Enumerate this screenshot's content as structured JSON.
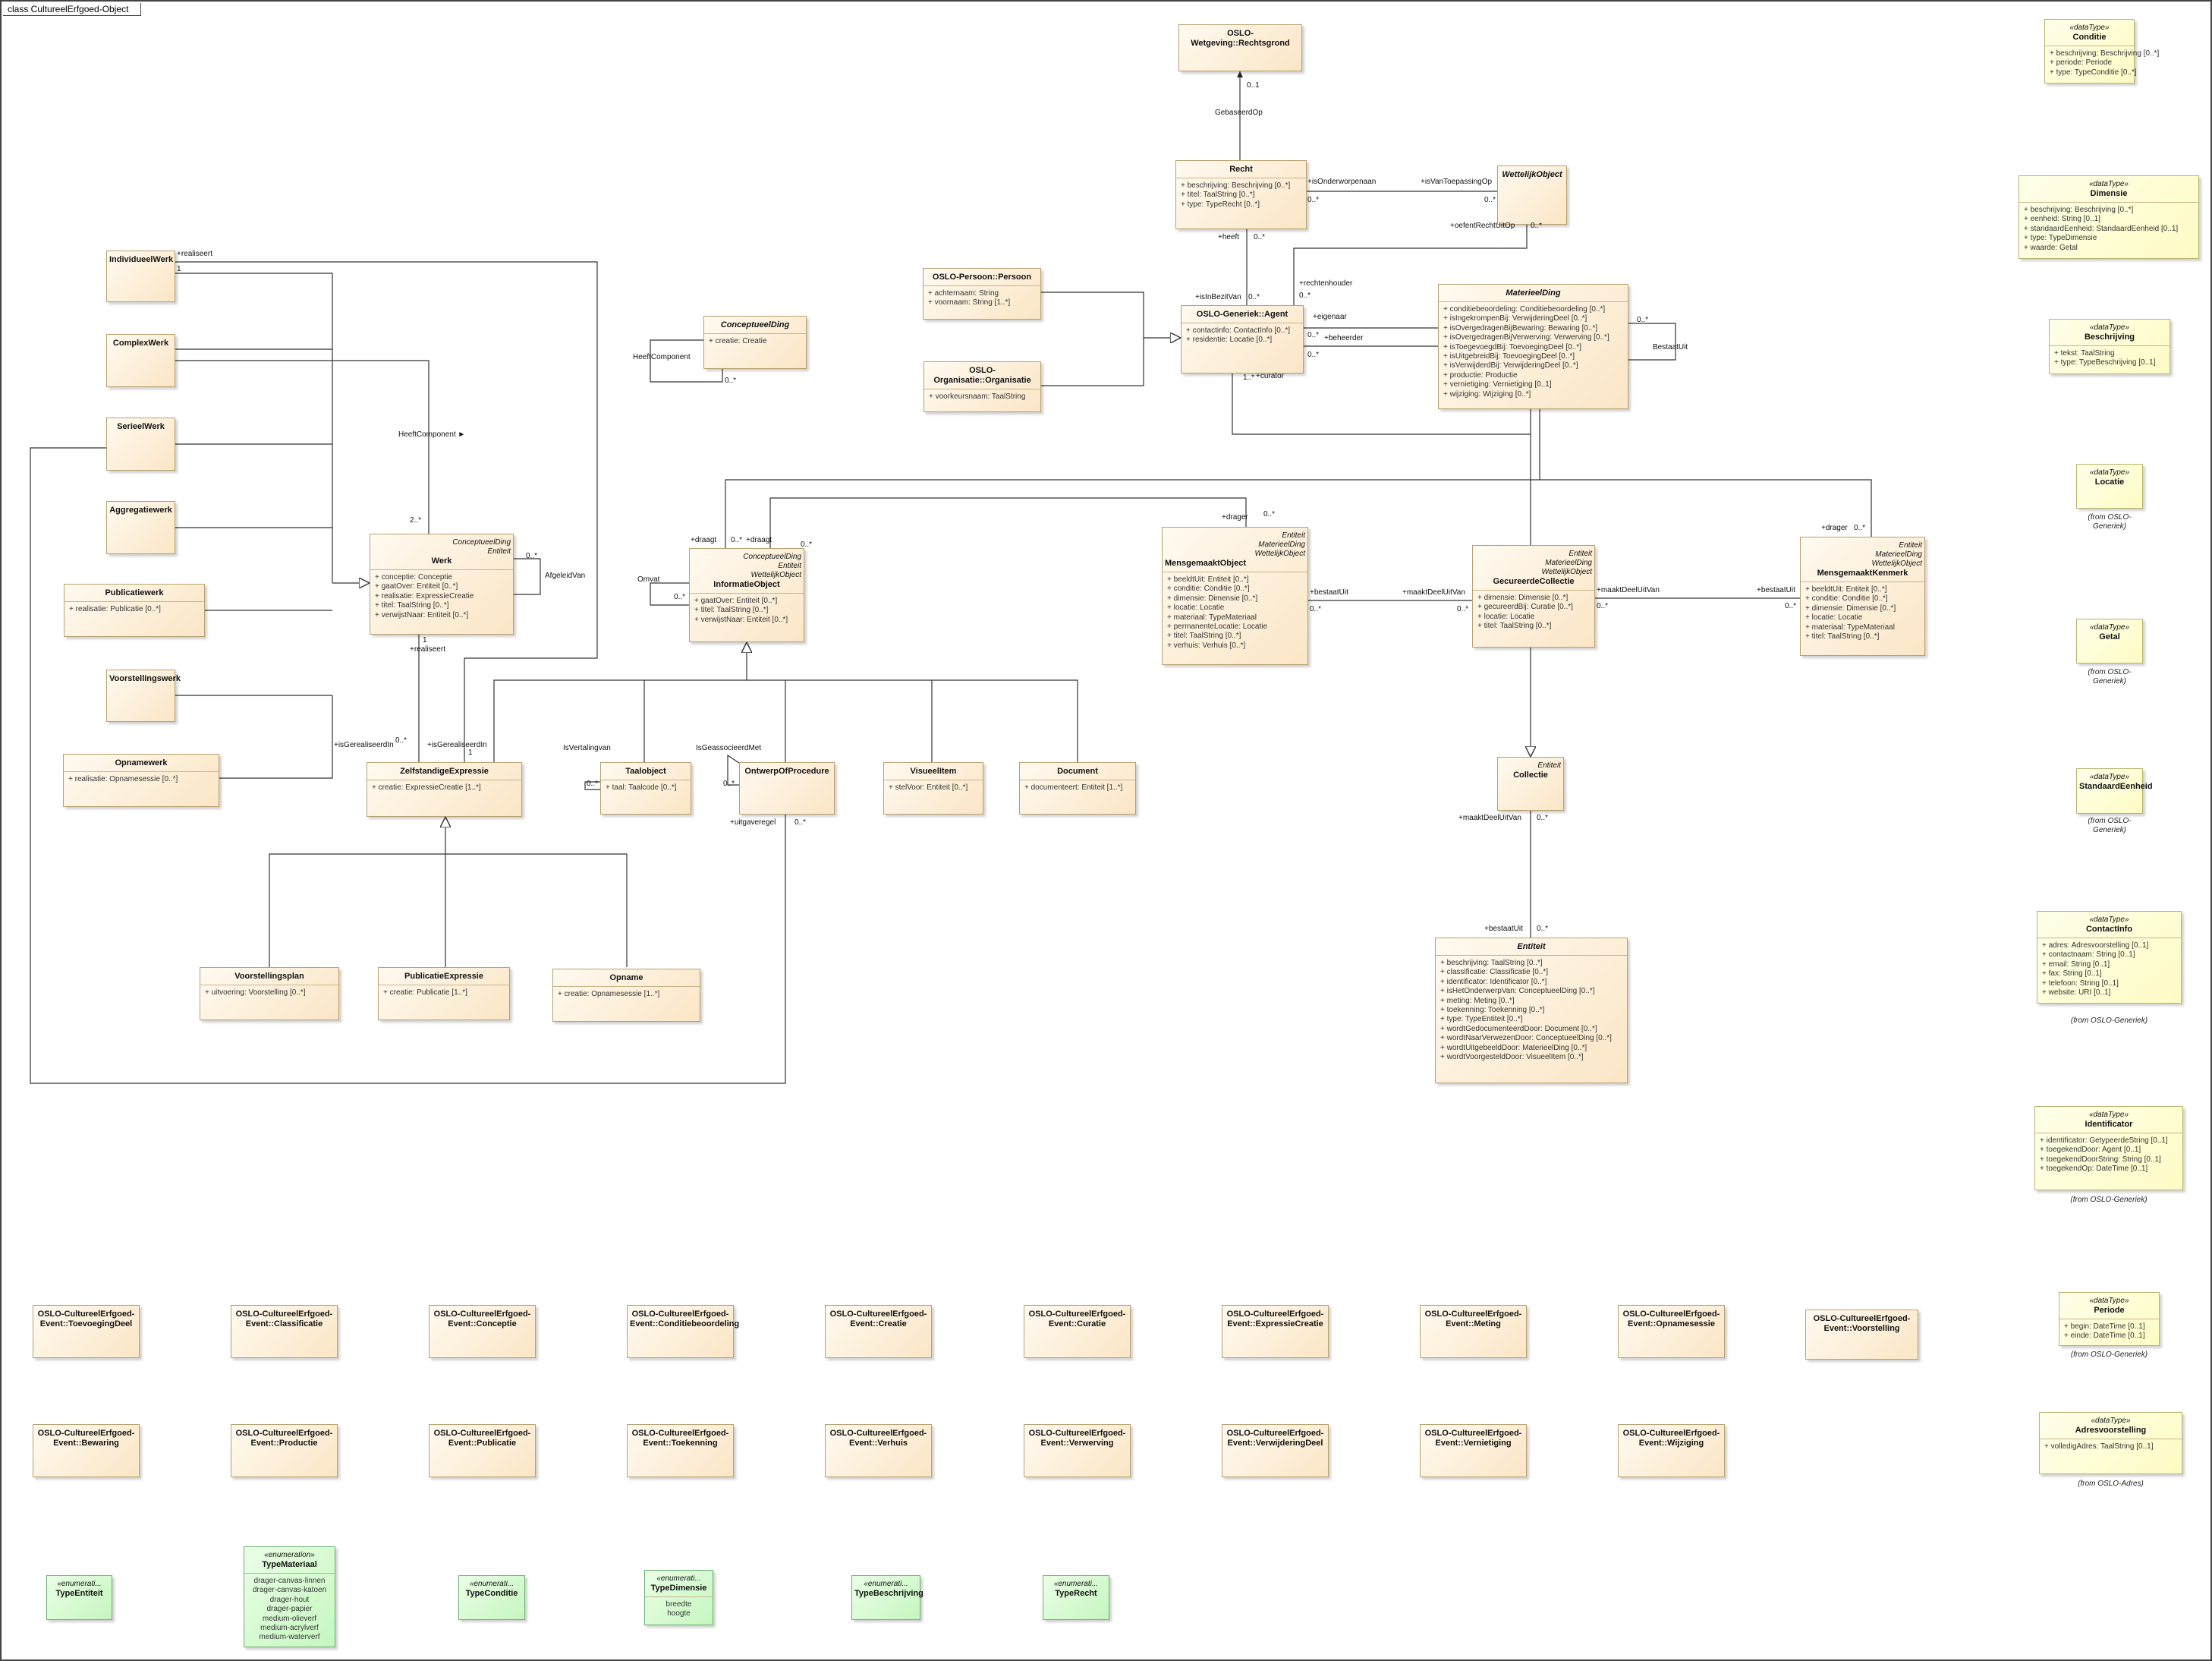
{
  "frame_title": "class CultureelErfgoed-Object",
  "classes": [
    {
      "id": "rechtsgrond",
      "name": "OSLO-Wetgeving::Rechtsgrond",
      "attrs": []
    },
    {
      "id": "recht",
      "name": "Recht",
      "attrs": [
        "+ beschrijving: Beschrijving [0..*]",
        "+ titel: TaalString [0..*]",
        "+ type: TypeRecht [0..*]"
      ]
    },
    {
      "id": "wettelijk",
      "name": "WettelijkObject",
      "italic": true,
      "attrs": []
    },
    {
      "id": "persoon",
      "name": "OSLO-Persoon::Persoon",
      "attrs": [
        "+ achternaam: String",
        "+ voornaam: String [1..*]"
      ]
    },
    {
      "id": "organisatie",
      "name": "OSLO-Organisatie::Organisatie",
      "attrs": [
        "+ voorkeursnaam: TaalString"
      ]
    },
    {
      "id": "agent",
      "name": "OSLO-Generiek::Agent",
      "attrs": [
        "+ contactinfo: ContactInfo [0..*]",
        "+ residentie: Locatie [0..*]"
      ]
    },
    {
      "id": "materieel",
      "name": "MaterieelDing",
      "italic": true,
      "attrs": [
        "+ conditiebeoordeling: Conditiebeoordeling [0..*]",
        "+ isIngekrompenBij: VerwijderingDeel [0..*]",
        "+ isOvergedragenBijBewaring: Bewaring [0..*]",
        "+ isOvergedragenBijVerwerving: Verwerving [0..*]",
        "+ isToegevoegdBij: ToevoegingDeel [0..*]",
        "+ isUitgebreidBij: ToevoegingDeel [0..*]",
        "+ isVerwijderdBij: VerwijderingDeel [0..*]",
        "+ productie: Productie",
        "+ vernietiging: Vernietiging [0..1]",
        "+ wijziging: Wijziging [0..*]"
      ]
    },
    {
      "id": "conceptueel",
      "name": "ConceptueelDing",
      "italic": true,
      "attrs": [
        "+ creatie: Creatie"
      ]
    },
    {
      "id": "individueel",
      "name": "IndividueelWerk",
      "attrs": []
    },
    {
      "id": "complex",
      "name": "ComplexWerk",
      "attrs": []
    },
    {
      "id": "serieel",
      "name": "SerieelWerk",
      "attrs": []
    },
    {
      "id": "aggregatie",
      "name": "Aggregatiewerk",
      "attrs": []
    },
    {
      "id": "publicatiewerk",
      "name": "Publicatiewerk",
      "attrs": [
        "+ realisatie: Publicatie [0..*]"
      ]
    },
    {
      "id": "voorstellingswerk",
      "name": "Voorstellingswerk",
      "attrs": []
    },
    {
      "id": "opnamewerk",
      "name": "Opnamewerk",
      "attrs": [
        "+ realisatie: Opnamesessie [0..*]"
      ]
    },
    {
      "id": "werk",
      "stereotypes": [
        "ConceptueelDing",
        "Entiteit"
      ],
      "name": "Werk",
      "attrs": [
        "+ conceptie: Conceptie",
        "+ gaatOver: Entiteit [0..*]",
        "+ realisatie: ExpressieCreatie",
        "+ titel: TaalString [0..*]",
        "+ verwijstNaar: Entiteit [0..*]"
      ]
    },
    {
      "id": "informatieobject",
      "stereotypes": [
        "ConceptueelDing",
        "Entiteit",
        "WettelijkObject"
      ],
      "name": "InformatieObject",
      "attrs": [
        "+ gaatOver: Entiteit [0..*]",
        "+ titel: TaalString [0..*]",
        "+ verwijstNaar: Entiteit [0..*]"
      ]
    },
    {
      "id": "mensgemaaktobject",
      "stereotypes": [
        "Entiteit",
        "MaterieelDing",
        "WettelijkObject"
      ],
      "name": "MensgemaaktObject",
      "attrs": [
        "+ beeldtUit: Entiteit [0..*]",
        "+ conditie: Conditie [0..*]",
        "+ dimensie: Dimensie [0..*]",
        "+ locatie: Locatie",
        "+ materiaal: TypeMateriaal",
        "+ permanenteLocatie: Locatie",
        "+ titel: TaalString [0..*]",
        "+ verhuis: Verhuis [0..*]"
      ]
    },
    {
      "id": "gecureerde",
      "stereotypes": [
        "Entiteit",
        "MaterieelDing",
        "WettelijkObject"
      ],
      "name": "GecureerdeCollectie",
      "attrs": [
        "+ dimensie: Dimensie [0..*]",
        "+ gecureerdBij: Curatie [0..*]",
        "+ locatie: Locatie",
        "+ titel: TaalString [0..*]"
      ]
    },
    {
      "id": "kenmerk",
      "stereotypes": [
        "Entiteit",
        "MaterieelDing",
        "WettelijkObject"
      ],
      "name": "MensgemaaktKenmerk",
      "attrs": [
        "+ beeldtUit: Entiteit [0..*]",
        "+ conditie: Conditie [0..*]",
        "+ dimensie: Dimensie [0..*]",
        "+ locatie: Locatie",
        "+ materiaal: TypeMateriaal",
        "+ titel: TaalString [0..*]"
      ]
    },
    {
      "id": "collectie",
      "stereotypes": [
        "Entiteit"
      ],
      "name": "Collectie",
      "attrs": []
    },
    {
      "id": "entiteit",
      "name": "Entiteit",
      "italic": true,
      "attrs": [
        "+ beschrijving: TaalString [0..*]",
        "+ classificatie: Classificatie [0..*]",
        "+ identificator: Identificator [0..*]",
        "+ isHetOnderwerpVan: ConceptueelDing [0..*]",
        "+ meting: Meting [0..*]",
        "+ toekenning: Toekenning [0..*]",
        "+ type: TypeEntiteit [0..*]",
        "+ wordtGedocumenteerdDoor: Document [0..*]",
        "+ wordtNaarVerwezenDoor: ConceptueelDing [0..*]",
        "+ wordtUitgebeeldDoor: MaterieelDing [0..*]",
        "+ wordtVoorgesteldDoor: VisueelItem [0..*]"
      ]
    },
    {
      "id": "zelfstandige",
      "name": "ZelfstandigeExpressie",
      "attrs": [
        "+ creatie: ExpressieCreatie [1..*]"
      ]
    },
    {
      "id": "taalobject",
      "name": "Taalobject",
      "attrs": [
        "+ taal: Taalcode [0..*]"
      ]
    },
    {
      "id": "ontwerp",
      "name": "OntwerpOfProcedure",
      "attrs": []
    },
    {
      "id": "visueel",
      "name": "VisueelItem",
      "attrs": [
        "+ stelVoor: Entiteit [0..*]"
      ]
    },
    {
      "id": "document",
      "name": "Document",
      "attrs": [
        "+ documenteert: Entiteit [1..*]"
      ]
    },
    {
      "id": "voorstellingsplan",
      "name": "Voorstellingsplan",
      "attrs": [
        "+ uitvoering: Voorstelling [0..*]"
      ]
    },
    {
      "id": "publicatieexpressie",
      "name": "PublicatieExpressie",
      "attrs": [
        "+ creatie: Publicatie [1..*]"
      ]
    },
    {
      "id": "opname",
      "name": "Opname",
      "attrs": [
        "+ creatie: Opnamesessie [1..*]"
      ]
    }
  ],
  "events": [
    "OSLO-CultureelErfgoed-Event::ToevoegingDeel",
    "OSLO-CultureelErfgoed-Event::Classificatie",
    "OSLO-CultureelErfgoed-Event::Conceptie",
    "OSLO-CultureelErfgoed-Event::Conditiebeoordeling",
    "OSLO-CultureelErfgoed-Event::Creatie",
    "OSLO-CultureelErfgoed-Event::Curatie",
    "OSLO-CultureelErfgoed-Event::ExpressieCreatie",
    "OSLO-CultureelErfgoed-Event::Meting",
    "OSLO-CultureelErfgoed-Event::Opnamesessie",
    "OSLO-CultureelErfgoed-Event::Voorstelling",
    "OSLO-CultureelErfgoed-Event::Bewaring",
    "OSLO-CultureelErfgoed-Event::Productie",
    "OSLO-CultureelErfgoed-Event::Publicatie",
    "OSLO-CultureelErfgoed-Event::Toekenning",
    "OSLO-CultureelErfgoed-Event::Verhuis",
    "OSLO-CultureelErfgoed-Event::Verwerving",
    "OSLO-CultureelErfgoed-Event::VerwijderingDeel",
    "OSLO-CultureelErfgoed-Event::Vernietiging",
    "OSLO-CultureelErfgoed-Event::Wijziging"
  ],
  "datatypes": [
    {
      "stereotype": "«dataType»",
      "name": "Conditie",
      "attrs": [
        "+ beschrijving: Beschrijving [0..*]",
        "+ periode: Periode",
        "+ type: TypeConditie [0..*]"
      ],
      "from": ""
    },
    {
      "stereotype": "«dataType»",
      "name": "Dimensie",
      "attrs": [
        "+ beschrijving: Beschrijving [0..*]",
        "+ eenheid: String [0..1]",
        "+ standaardEenheid: StandaardEenheid [0..1]",
        "+ type: TypeDimensie",
        "+ waarde: Getal"
      ],
      "from": ""
    },
    {
      "stereotype": "«dataType»",
      "name": "Beschrijving",
      "attrs": [
        "+ tekst: TaalString",
        "+ type: TypeBeschrijving [0..1]"
      ],
      "from": ""
    },
    {
      "stereotype": "«dataType»",
      "name": "Locatie",
      "attrs": [],
      "from": "(from OSLO-Generiek)"
    },
    {
      "stereotype": "«dataType»",
      "name": "Getal",
      "attrs": [],
      "from": "(from OSLO-Generiek)"
    },
    {
      "stereotype": "«dataType»",
      "name": "StandaardEenheid",
      "attrs": [],
      "from": "(from OSLO-Generiek)"
    },
    {
      "stereotype": "«dataType»",
      "name": "ContactInfo",
      "attrs": [
        "+ adres: Adresvoorstelling [0..1]",
        "+ contactnaam: String [0..1]",
        "+ email: String [0..1]",
        "+ fax: String [0..1]",
        "+ telefoon: String [0..1]",
        "+ website: URI [0..1]"
      ],
      "from": "(from OSLO-Generiek)"
    },
    {
      "stereotype": "«dataType»",
      "name": "Identificator",
      "attrs": [
        "+ identificator: GetypeerdeString [0..1]",
        "+ toegekendDoor: Agent [0..1]",
        "+ toegekendDoorString: String [0..1]",
        "+ toegekendOp: DateTime [0..1]"
      ],
      "from": "(from OSLO-Generiek)"
    },
    {
      "stereotype": "«dataType»",
      "name": "Periode",
      "attrs": [
        "+ begin: DateTime [0..1]",
        "+ einde: DateTime [0..1]"
      ],
      "from": "(from OSLO-Generiek)"
    },
    {
      "stereotype": "«dataType»",
      "name": "Adresvoorstelling",
      "attrs": [
        "+ volledigAdres: TaalString [0..1]"
      ],
      "from": "(from OSLO-Adres)"
    }
  ],
  "enums": [
    {
      "stereotype": "«enumerati...",
      "name": "TypeEntiteit",
      "values": []
    },
    {
      "stereotype": "«enumeration»",
      "name": "TypeMateriaal",
      "values": [
        "drager-canvas-linnen",
        "drager-canvas-katoen",
        "drager-hout",
        "drager-papier",
        "medium-olieverf",
        "medium-acrylverf",
        "medium-waterverf"
      ]
    },
    {
      "stereotype": "«enumerati...",
      "name": "TypeConditie",
      "values": []
    },
    {
      "stereotype": "«enumerati...",
      "name": "TypeDimensie",
      "values": [
        "breedte",
        "hoogte"
      ]
    },
    {
      "stereotype": "«enumerati...",
      "name": "TypeBeschrijving",
      "values": []
    },
    {
      "stereotype": "«enumerati...",
      "name": "TypeRecht",
      "values": []
    }
  ],
  "labels": [
    "0..1",
    "GebaseerdOp",
    "+isOnderworpenaan",
    "+isVanToepassingOp",
    "0..*",
    "0..*",
    "+oefentRechtUitOp",
    "0..*",
    "+heeft",
    "0..*",
    "+isInBezitVan",
    "0..*",
    "+rechtenhouder",
    "0..*",
    "+eigenaar",
    "0..*",
    "+beheerder",
    "0..*",
    "1..*",
    "+curator",
    "0..*",
    "BestaatUit",
    "HeeftComponent",
    "0..*",
    "+realiseert",
    "1",
    "HeeftComponent ►",
    "2..*",
    "0..*",
    "AfgeleidVan",
    "1",
    "+realiseert",
    "+isGerealiseerdIn",
    "0..*",
    "+isGerealiseerdIn",
    "1",
    "Omvat",
    "0..*",
    "+draagt",
    "0..*",
    "+draagt",
    "0..*",
    "+drager",
    "0..*",
    "+bestaatUit",
    "0..*",
    "+maaktDeelUitVan",
    "0..*",
    "+maaktDeelUitVan",
    "0..*",
    "+bestaatUit",
    "0..*",
    "+drager",
    "0..*",
    "IsVertalingvan",
    "0..*",
    "IsGeassocieerdMet",
    "0..*",
    "+uitgaveregel",
    "0..*",
    "+maaktDeelUitVan",
    "0..*",
    "+bestaatUit",
    "0..*"
  ]
}
